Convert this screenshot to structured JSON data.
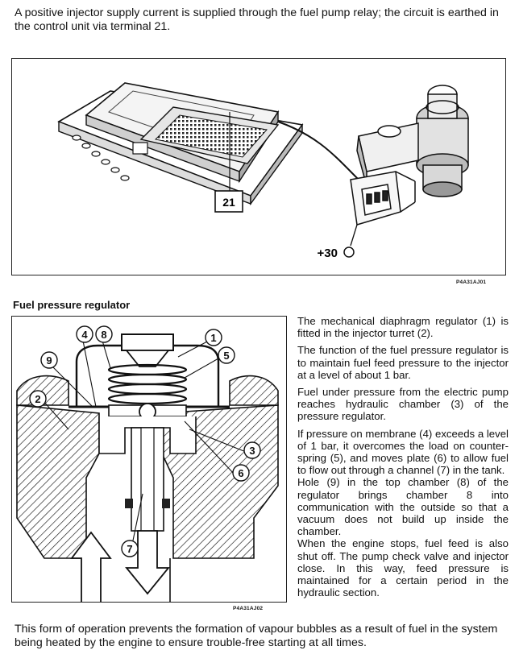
{
  "intro_text": "A positive injector supply current is supplied through the fuel pump relay; the circuit is earthed in the control unit via terminal 21.",
  "figure1": {
    "terminal_label": "21",
    "supply_label": "+30",
    "code": "P4A31AJ01"
  },
  "section_title": "Fuel pressure regulator",
  "figure2": {
    "callouts": [
      "1",
      "2",
      "3",
      "4",
      "5",
      "6",
      "7",
      "8",
      "9"
    ],
    "code": "P4A31AJ02"
  },
  "description": [
    "The mechanical diaphragm regulator (1) is fitted in the injector turret (2).",
    "The function of the fuel pressure regulator is to maintain fuel feed pressure to the injector at a level of about 1 bar.",
    "Fuel under pressure from the electric pump reaches hydraulic chamber (3) of the pressure regulator.",
    "If pressure on membrane (4) exceeds a level of 1 bar, it overcomes the load on counter-spring (5), and moves plate (6) to allow fuel to flow out through a channel (7) in the tank.",
    "Hole (9) in the top chamber (8) of the regulator brings chamber 8 into communication with the outside so that a vacuum does not build up inside the chamber.",
    "When the engine stops, fuel feed is also shut off. The pump check valve and injector close. In this way, feed pressure is maintained for a certain period in the hydraulic section."
  ],
  "outro_text": "This form of operation prevents the formation of vapour bubbles as a result of fuel in the system being heated by the engine to ensure trouble-free starting at all times."
}
